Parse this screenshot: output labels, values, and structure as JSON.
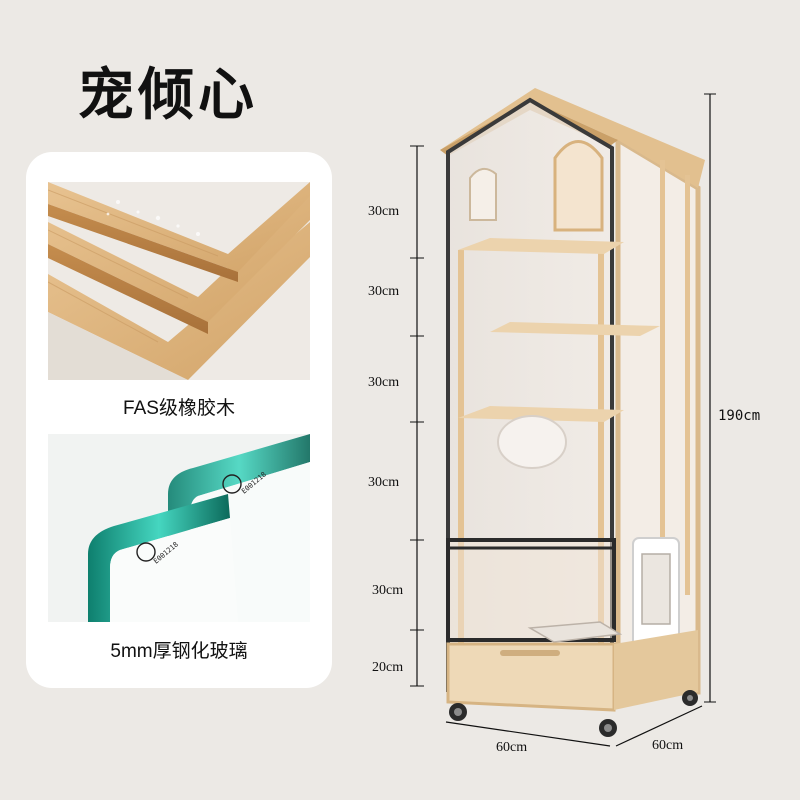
{
  "title": "宠倾心",
  "features": [
    {
      "caption": "FAS级橡胶木",
      "image": "rubberwood-planks"
    },
    {
      "caption": "5mm厚钢化玻璃",
      "image": "tempered-glass-corners"
    }
  ],
  "glass_marking": "E001218",
  "dimensions": {
    "segments": [
      "30cm",
      "30cm",
      "30cm",
      "30cm",
      "30cm",
      "20cm"
    ],
    "total_height": "190cm",
    "width": "60cm",
    "depth": "60cm"
  },
  "colors": {
    "background": "#ece9e5",
    "wood": "#e6c89a",
    "frame": "#2b2b2b"
  }
}
